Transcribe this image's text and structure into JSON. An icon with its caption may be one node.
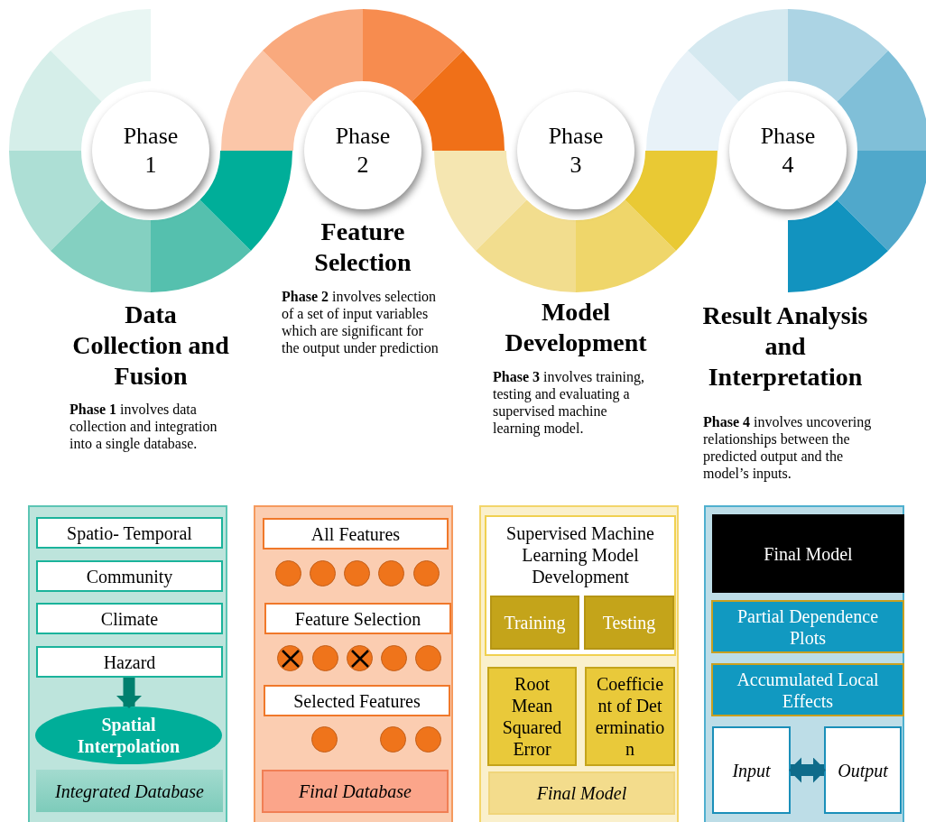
{
  "diagram": {
    "nodes": [
      {
        "text": [
          "Phase 1"
        ],
        "beside": [
          "Data Collection and Fusion",
          "**Phase 1** involves data collection and integration into a single database."
        ]
      },
      {
        "text": [
          "Phase 2"
        ],
        "beside": [
          "Feature Selection",
          "**Phase 2** involves selection of a set of input variables which are significant for the output under prediction"
        ]
      },
      {
        "text": [
          "Phase 3"
        ],
        "beside": [
          "Model Development",
          "**Phase 3** involves training, testing and evaluating a supervised machine learning model."
        ]
      },
      {
        "text": [
          "Phase 4"
        ],
        "beside": [
          "Result Analysis and Interpretation",
          "**Phase 4** involves uncovering relationships between the predicted output and the model’s inputs."
        ]
      },
      {
        "text": [],
        "shape": "box"
      },
      {
        "text": [
          "Spatio- Temporal"
        ],
        "in": 4
      },
      {
        "text": [
          "Community"
        ],
        "in": 4
      },
      {
        "text": [
          "Climate"
        ],
        "in": 4
      },
      {
        "text": [
          "Hazard"
        ],
        "in": 4
      },
      {
        "text": [
          "Spatial Interpolation"
        ],
        "in": 4
      },
      {
        "text": [
          "Integrated Database"
        ],
        "in": 4
      },
      {
        "text": [],
        "shape": "box"
      },
      {
        "text": [
          "All Features"
        ],
        "in": 11
      },
      {
        "text": [],
        "shape": "circle",
        "in": 11
      },
      {
        "text": [],
        "shape": "circle",
        "in": 11
      },
      {
        "text": [],
        "shape": "circle",
        "in": 11
      },
      {
        "text": [],
        "shape": "circle",
        "in": 11
      },
      {
        "text": [],
        "shape": "circle",
        "in": 11
      },
      {
        "text": [
          "Feature Selection"
        ],
        "in": 11
      },
      {
        "text": [],
        "shape": "circle",
        "in": 11
      },
      {
        "text": [],
        "shape": "circle",
        "in": 11
      },
      {
        "text": [],
        "shape": "circle",
        "in": 11
      },
      {
        "text": [],
        "shape": "circle",
        "in": 11
      },
      {
        "text": [],
        "shape": "circle",
        "in": 11
      },
      {
        "text": [
          "Selected Features"
        ],
        "in": 11
      },
      {
        "text": [],
        "shape": "circle",
        "in": 11
      },
      {
        "text": [],
        "shape": "circle",
        "in": 11
      },
      {
        "text": [],
        "shape": "circle",
        "in": 11
      },
      {
        "text": [
          "Final Database"
        ],
        "in": 11
      },
      {
        "text": [],
        "shape": "box"
      },
      {
        "text": [
          "Supervised Machine Learning Model Development"
        ],
        "in": 29
      },
      {
        "text": [
          "Training"
        ],
        "in": 30
      },
      {
        "text": [
          "Testing"
        ],
        "in": 30
      },
      {
        "text": [
          "Root Mean Squared Error"
        ],
        "in": 29
      },
      {
        "text": [
          "Coefficient of Determination"
        ],
        "in": 29
      },
      {
        "text": [
          "Final Model"
        ],
        "in": 29
      },
      {
        "text": [],
        "shape": "box"
      },
      {
        "text": [
          "Final Model"
        ],
        "in": 36
      },
      {
        "text": [
          "Partial Dependence Plots"
        ],
        "in": 36
      },
      {
        "text": [
          "Accumulated Local Effects"
        ],
        "in": 36
      },
      {
        "text": [
          "Input"
        ],
        "in": 36
      },
      {
        "text": [
          "Output"
        ],
        "in": 36
      }
    ],
    "edges": [
      {
        "from": 8,
        "to": 9,
        "arrow": "to",
        "color": "#007f6e"
      },
      {
        "from": 40,
        "to": 41,
        "arrow": "both",
        "color": "#0e6b8a"
      }
    ]
  }
}
